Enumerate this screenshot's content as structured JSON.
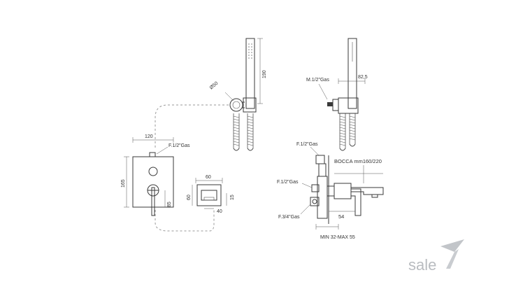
{
  "dimensions": {
    "hand_shower_length": "190",
    "elbow_diameter": "Ø50",
    "plate_width": "120",
    "plate_height": "165",
    "lever_height": "85",
    "inlet_top_left": "F.1/2\"Gas",
    "spout_box_width": "60",
    "spout_box_height": "60",
    "spout_depth": "40",
    "spout_15": "15",
    "side_outlet": "M.1/2\"Gas",
    "side_projection": "82,5",
    "side_inlet_top": "F.1/2\"Gas",
    "side_inlet_mid": "F.1/2\"Gas",
    "side_inlet_bottom": "F.3/4\"Gas",
    "spout_reach": "BOCCA mm160/220",
    "lever_reach": "54",
    "wall_depth": "MIN 32-MAX 55"
  },
  "brand": {
    "logo_text": "sale"
  },
  "colors": {
    "line": "#3a3a3a",
    "dashed_hose": "#9a9a9a",
    "logo": "#b9bcc0"
  }
}
